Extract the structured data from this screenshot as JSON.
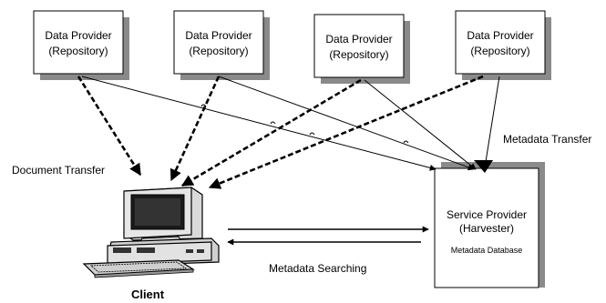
{
  "data_providers": [
    {
      "line1": "Data Provider",
      "line2": "(Repository)"
    },
    {
      "line1": "Data Provider",
      "line2": "(Repository)"
    },
    {
      "line1": "Data Provider",
      "line2": "(Repository)"
    },
    {
      "line1": "Data Provider",
      "line2": "(Repository)"
    }
  ],
  "service_provider": {
    "line1": "Service Provider",
    "line2": "(Harvester)",
    "line3": "Metadata Database"
  },
  "client": {
    "label": "Client"
  },
  "flows": {
    "document_transfer": "Document Transfer",
    "metadata_transfer": "Metadata Transfer",
    "metadata_searching": "Metadata Searching"
  }
}
